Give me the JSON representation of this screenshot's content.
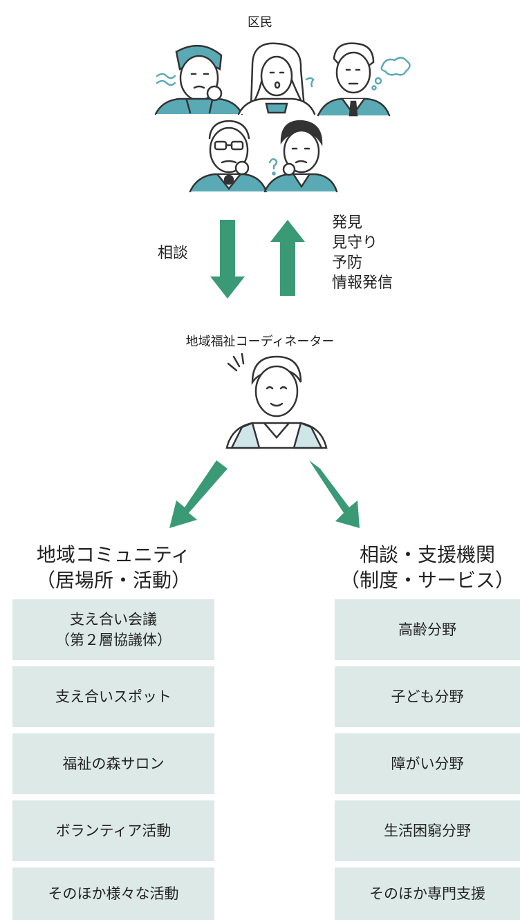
{
  "residents": {
    "label": "区民"
  },
  "flows": {
    "up_label": "相談",
    "down_labels": [
      "発見",
      "見守り",
      "予防",
      "情報発信"
    ]
  },
  "coordinator": {
    "label": "地域福祉コーディネーター"
  },
  "community": {
    "title_line1": "地域コミュニティ",
    "title_line2": "（居場所・活動）",
    "items": [
      "支え合い会議\n（第２層協議体）",
      "支え合いスポット",
      "福祉の森サロン",
      "ボランティア活動",
      "そのほか様々な活動"
    ]
  },
  "agencies": {
    "title_line1": "相談・支援機関",
    "title_line2": "（制度・サービス）",
    "items": [
      "高齢分野",
      "子ども分野",
      "障がい分野",
      "生活困窮分野",
      "そのほか専門支援"
    ]
  },
  "colors": {
    "arrow_green": "#3a9a76",
    "box_bg": "#dde9e6",
    "accent_teal": "#5aaab5"
  }
}
